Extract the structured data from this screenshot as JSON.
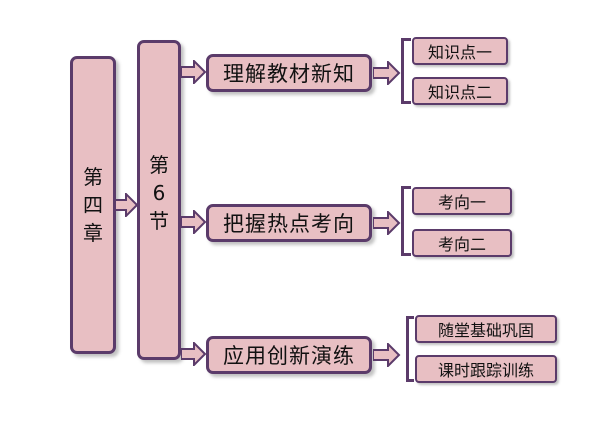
{
  "chapter": {
    "chars": [
      "第",
      "四",
      "章"
    ]
  },
  "section": {
    "chars": [
      "第",
      "6",
      "节"
    ]
  },
  "topics": [
    {
      "label": "理解教材新知",
      "items": [
        "知识点一",
        "知识点二"
      ]
    },
    {
      "label": "把握热点考向",
      "items": [
        "考向一",
        "考向二"
      ]
    },
    {
      "label": "应用创新演练",
      "items": [
        "随堂基础巩固",
        "课时跟踪训练"
      ]
    }
  ],
  "colors": {
    "fill": "#e8bfc3",
    "border": "#5b3b6a"
  }
}
